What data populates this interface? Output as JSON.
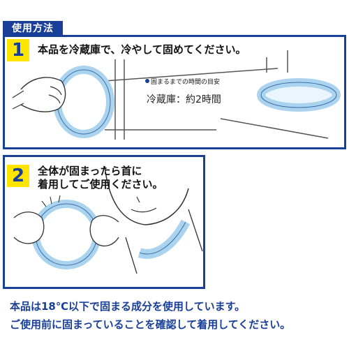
{
  "header": {
    "title": "使用方法"
  },
  "step1": {
    "number": "1",
    "instruction": "本品を冷蔵庫で、冷やして固めてください。",
    "note": "固まるまでの時間の目安",
    "fridge_time": "冷蔵庫：約2時間"
  },
  "step2": {
    "number": "2",
    "instruction_line1": "全体が固まったら首に",
    "instruction_line2": "着用してご使用ください。"
  },
  "footer": {
    "line1": "本品は18℃以下で固まる成分を使用しています。",
    "line2": "ご使用前に固まっていることを確認して着用してください。"
  },
  "colors": {
    "brand_blue": "#1a3f99",
    "accent_yellow": "#ffe600",
    "ring_blue": "#a9d3ee"
  }
}
